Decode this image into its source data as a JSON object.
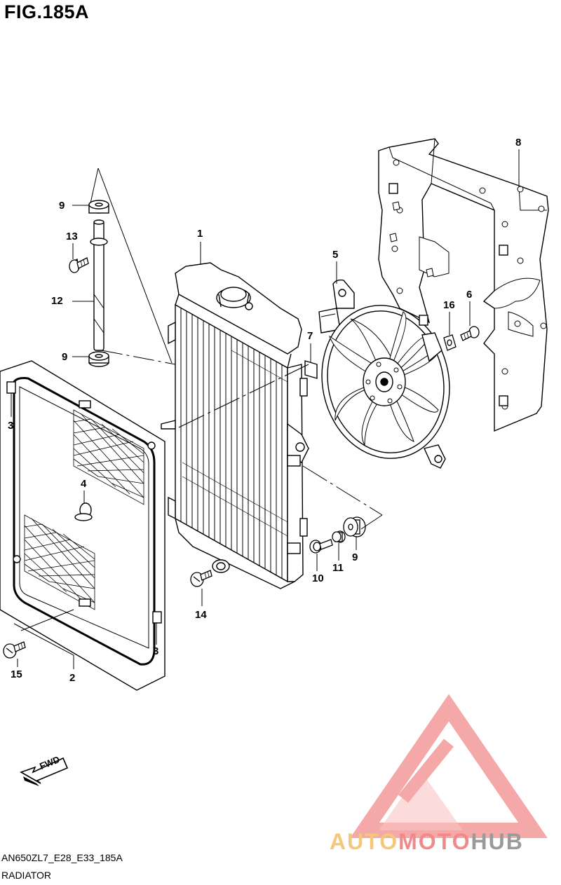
{
  "figure": {
    "title": "FIG.185A",
    "model_code": "AN650ZL7_E28_E33_185A",
    "part_group": "RADIATOR"
  },
  "callouts": [
    {
      "id": "c1",
      "label": "1"
    },
    {
      "id": "c2",
      "label": "2"
    },
    {
      "id": "c3a",
      "label": "3"
    },
    {
      "id": "c3b",
      "label": "3"
    },
    {
      "id": "c4",
      "label": "4"
    },
    {
      "id": "c5",
      "label": "5"
    },
    {
      "id": "c6",
      "label": "6"
    },
    {
      "id": "c7",
      "label": "7"
    },
    {
      "id": "c8",
      "label": "8"
    },
    {
      "id": "c9a",
      "label": "9"
    },
    {
      "id": "c9b",
      "label": "9"
    },
    {
      "id": "c9c",
      "label": "9"
    },
    {
      "id": "c10",
      "label": "10"
    },
    {
      "id": "c11",
      "label": "11"
    },
    {
      "id": "c12",
      "label": "12"
    },
    {
      "id": "c13",
      "label": "13"
    },
    {
      "id": "c14",
      "label": "14"
    },
    {
      "id": "c15",
      "label": "15"
    },
    {
      "id": "c16",
      "label": "16"
    }
  ],
  "direction_arrow": {
    "label": "FWD"
  },
  "watermark": {
    "part1": "AUTO",
    "part2": "MOTO",
    "part3": "HUB",
    "colors": {
      "auto": "#f5c77a",
      "moto": "#f08a8a",
      "hub": "#9a9a9a",
      "triangle": "#f28b8b"
    }
  }
}
